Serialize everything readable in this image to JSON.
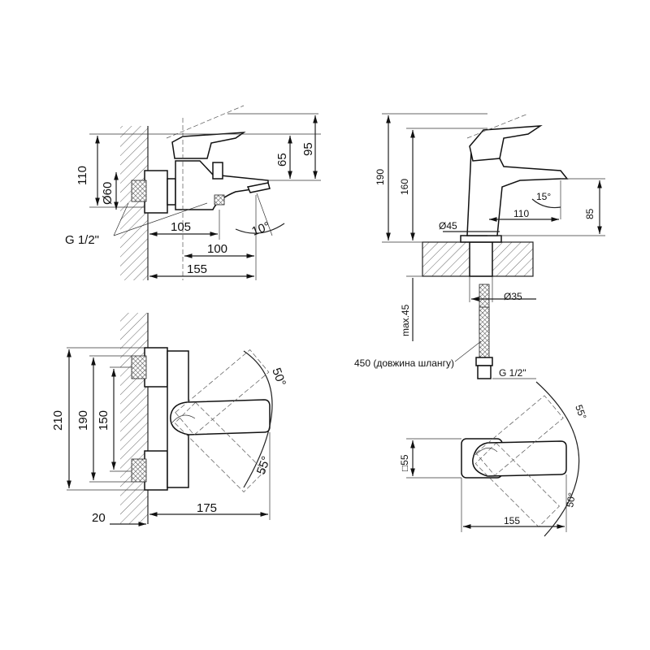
{
  "drawing": {
    "bath_mixer_side": {
      "dims": {
        "h110": "110",
        "d60": "Ø60",
        "h65": "65",
        "h95": "95",
        "w105": "105",
        "w100": "100",
        "w155": "155",
        "angle": "10°",
        "thread": "G 1/2\""
      }
    },
    "basin_mixer_side": {
      "dims": {
        "h190": "190",
        "h160": "160",
        "d45": "Ø45",
        "w110": "110",
        "angle": "15°",
        "h85": "85",
        "d35": "Ø35",
        "max45": "max.45",
        "hose": "450 (довжина шлангу)",
        "thread": "G 1/2\""
      }
    },
    "bath_mixer_top": {
      "dims": {
        "h210": "210",
        "h190": "190",
        "h150": "150",
        "angle50": "50°",
        "angle55": "55°",
        "w20": "20",
        "w175": "175"
      }
    },
    "basin_mixer_top": {
      "dims": {
        "sq55": "□55",
        "angle55": "55°",
        "angle50": "50°",
        "w155": "155"
      }
    }
  }
}
